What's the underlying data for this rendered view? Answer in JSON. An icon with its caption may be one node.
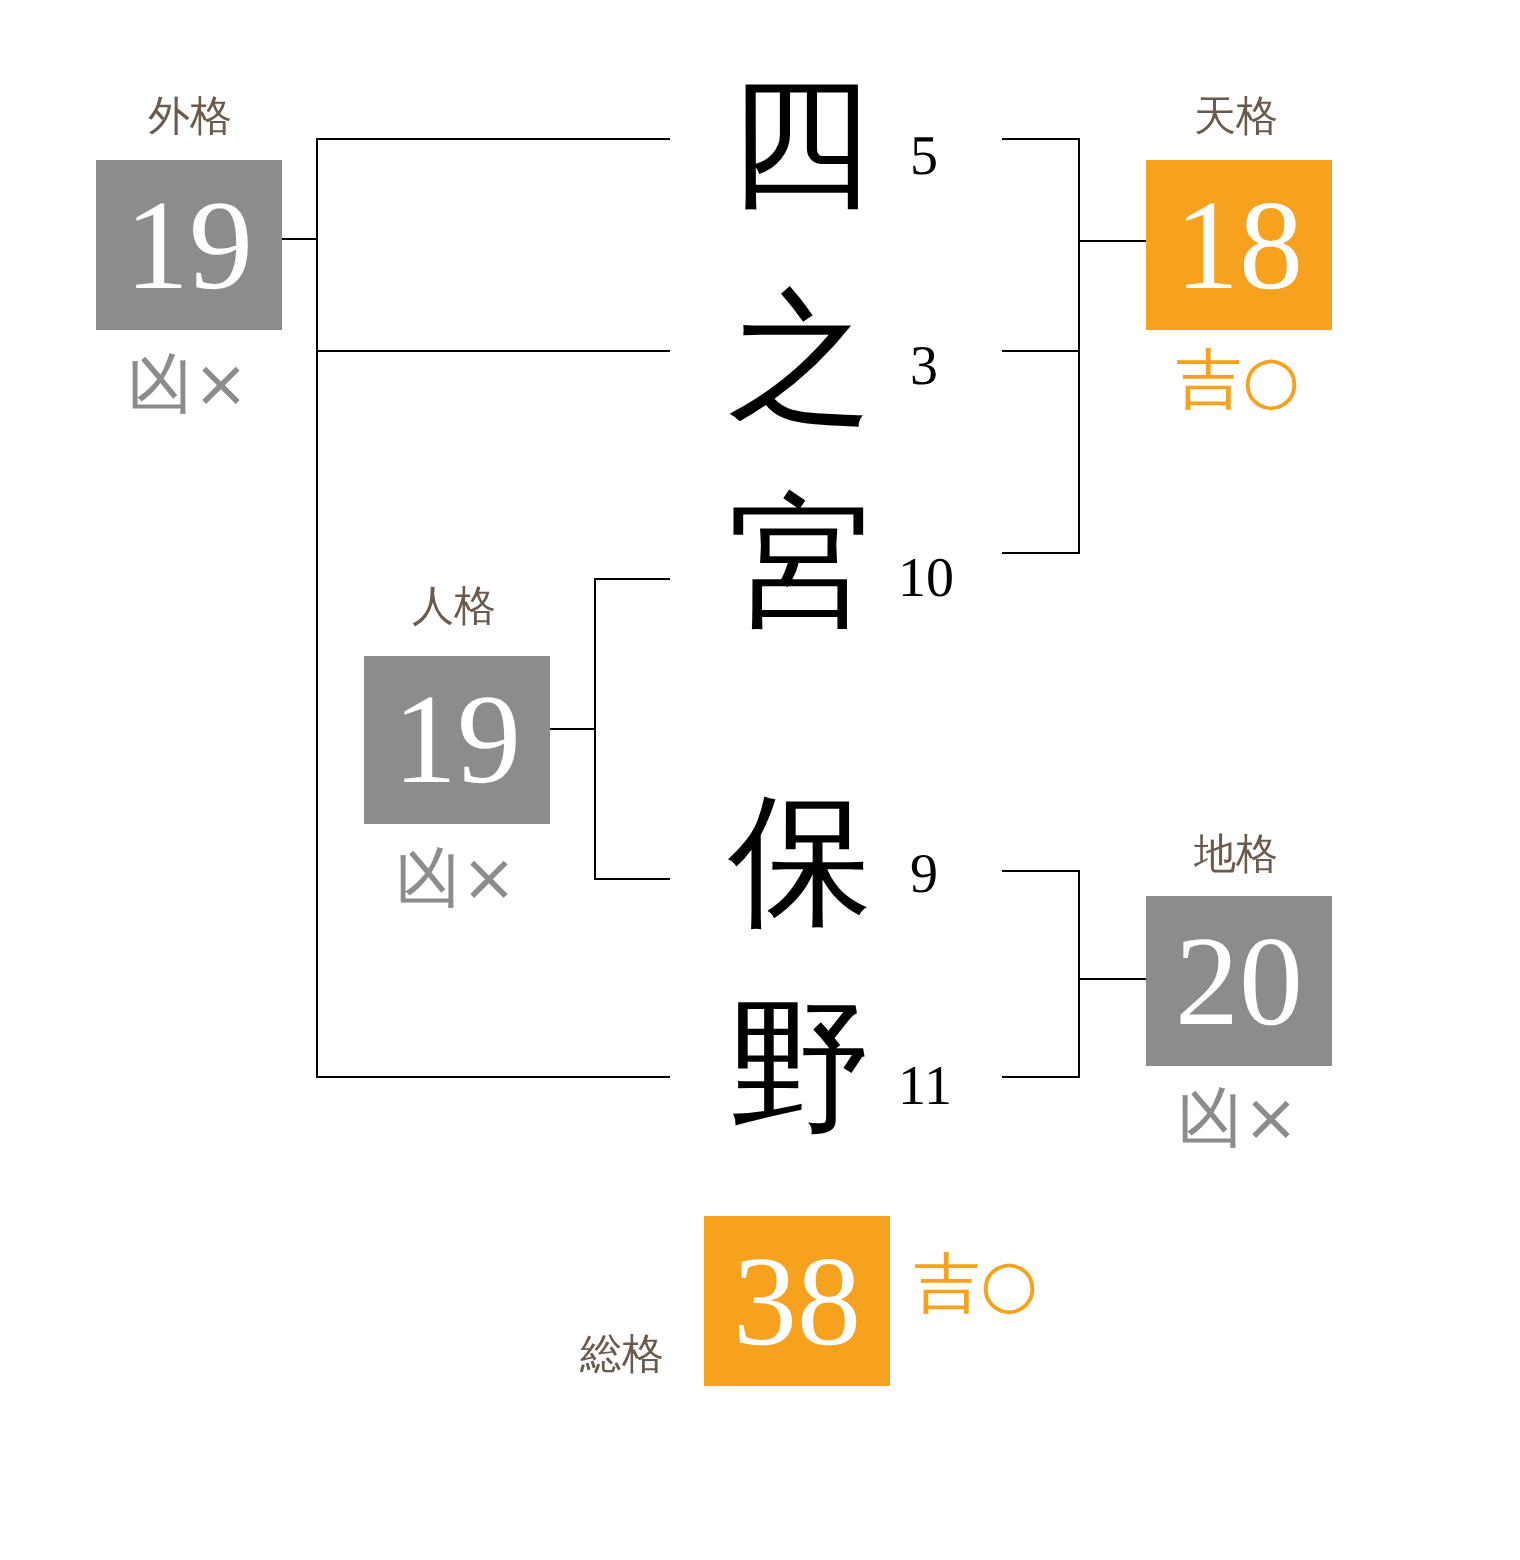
{
  "diagram": {
    "nodes": [
      {
        "text": [
          "外格",
          "19"
        ],
        "beside": [
          "凶×"
        ]
      },
      {
        "text": [
          "四"
        ],
        "beside": [
          "5"
        ]
      },
      {
        "text": [
          "天格",
          "18"
        ],
        "beside": [
          "吉○"
        ]
      },
      {
        "text": [
          "之"
        ],
        "beside": [
          "3"
        ]
      },
      {
        "text": [
          "宮"
        ],
        "beside": [
          "10"
        ]
      },
      {
        "text": [
          "人格",
          "19"
        ],
        "beside": [
          "凶×"
        ]
      },
      {
        "text": [
          "保"
        ],
        "beside": [
          "9"
        ]
      },
      {
        "text": [
          "地格",
          "20"
        ],
        "beside": [
          "凶×"
        ]
      },
      {
        "text": [
          "野"
        ],
        "beside": [
          "11"
        ]
      },
      {
        "text": [
          "総格",
          "38"
        ],
        "beside": [
          "吉○"
        ]
      }
    ],
    "edges": [
      {
        "from": 1,
        "to": 0,
        "arrow": "none"
      },
      {
        "from": 3,
        "to": 0,
        "arrow": "none"
      },
      {
        "from": 8,
        "to": 0,
        "arrow": "none"
      },
      {
        "from": 1,
        "to": 2,
        "arrow": "none"
      },
      {
        "from": 3,
        "to": 2,
        "arrow": "none"
      },
      {
        "from": 4,
        "to": 2,
        "arrow": "none"
      },
      {
        "from": 4,
        "to": 5,
        "arrow": "none"
      },
      {
        "from": 6,
        "to": 5,
        "arrow": "none"
      },
      {
        "from": 6,
        "to": 7,
        "arrow": "none"
      },
      {
        "from": 8,
        "to": 7,
        "arrow": "none"
      }
    ]
  }
}
